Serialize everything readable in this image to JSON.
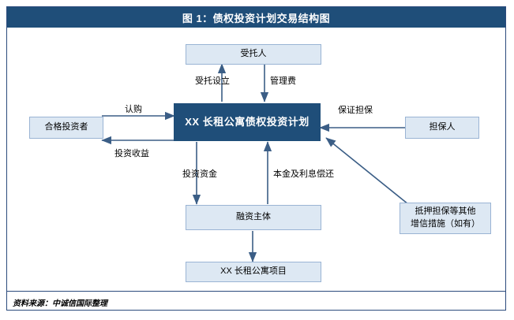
{
  "figure": {
    "title": "图 1：债权投资计划交易结构图",
    "source": "资料来源：中诚信国际整理"
  },
  "colors": {
    "header_blue": "#1f4e79",
    "node_fill": "#dde8f3",
    "node_border": "#9ab4d4",
    "arrow": "#3b5e86",
    "frame": "#2b4b7d"
  },
  "diagram": {
    "type": "flow-structure",
    "nodes": [
      {
        "id": "trustee",
        "label": "受托人"
      },
      {
        "id": "qualified_investor",
        "label": "合格投资者"
      },
      {
        "id": "plan",
        "label": "XX 长租公寓债权投资计划"
      },
      {
        "id": "guarantor",
        "label": "担保人"
      },
      {
        "id": "credit_measures",
        "label": "抵押担保等其他\n增信措施（如有）"
      },
      {
        "id": "financing_entity",
        "label": "融资主体"
      },
      {
        "id": "project",
        "label": "XX 长租公寓项目"
      }
    ],
    "node_labels": {
      "trustee": "受托人",
      "qualified_investor": "合格投资者",
      "plan": "XX 长租公寓债权投资计划",
      "guarantor": "担保人",
      "credit_measures_line1": "抵押担保等其他",
      "credit_measures_line2": "增信措施（如有）",
      "financing_entity": "融资主体",
      "project": "XX 长租公寓项目"
    },
    "edges": [
      {
        "id": "entrust_setup",
        "label": "受托设立",
        "from": "plan",
        "to": "trustee"
      },
      {
        "id": "management_fee",
        "label": "管理费",
        "from": "trustee",
        "to": "plan"
      },
      {
        "id": "subscription",
        "label": "认购",
        "from": "qualified_investor",
        "to": "plan"
      },
      {
        "id": "investment_return",
        "label": "投资收益",
        "from": "plan",
        "to": "qualified_investor"
      },
      {
        "id": "guarantee",
        "label": "保证担保",
        "from": "guarantor",
        "to": "plan"
      },
      {
        "id": "investment_funds",
        "label": "投资资金",
        "from": "plan",
        "to": "financing_entity"
      },
      {
        "id": "principal_interest",
        "label": "本金及利息偿还",
        "from": "financing_entity",
        "to": "plan"
      },
      {
        "id": "credit_support",
        "label": "",
        "from": "credit_measures",
        "to": "plan"
      },
      {
        "id": "project_link",
        "label": "",
        "from": "financing_entity",
        "to": "project"
      }
    ]
  }
}
